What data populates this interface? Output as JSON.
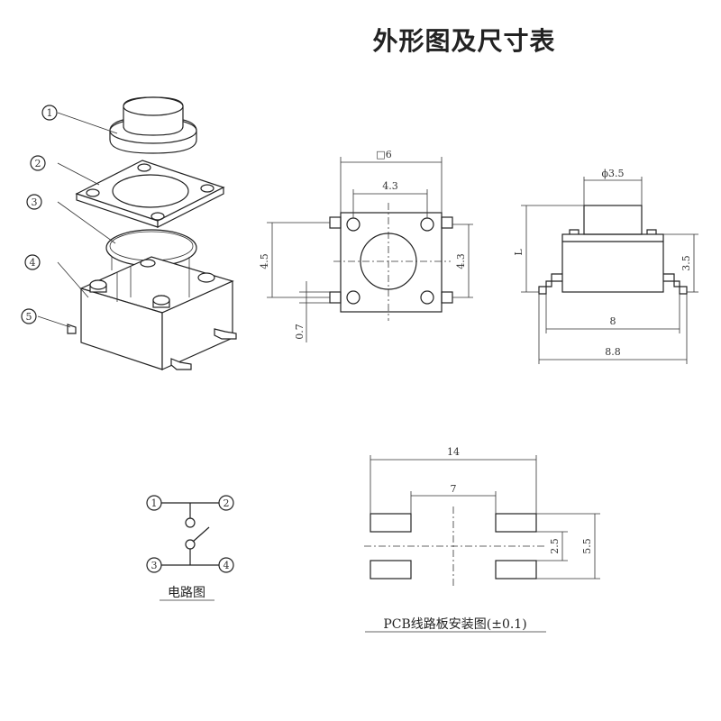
{
  "title": "外形图及尺寸表",
  "exploded": {
    "parts": [
      "1",
      "2",
      "3",
      "4",
      "5"
    ]
  },
  "top_view": {
    "outline": "□6",
    "hole_spacing": "4.3",
    "height_left": "4.5",
    "height_right": "4.3",
    "pin_width": "0.7"
  },
  "side_view": {
    "diameter": "ϕ3.5",
    "height_label": "L",
    "body_height": "3.5",
    "inner_width": "8",
    "outer_width": "8.8"
  },
  "circuit": {
    "pins": [
      "1",
      "2",
      "3",
      "4"
    ],
    "caption": "电路图"
  },
  "pcb": {
    "outer": "14",
    "inner": "7",
    "small_gap": "2.5",
    "height": "5.5",
    "caption": "PCB线路板安装图(±0.1)"
  }
}
